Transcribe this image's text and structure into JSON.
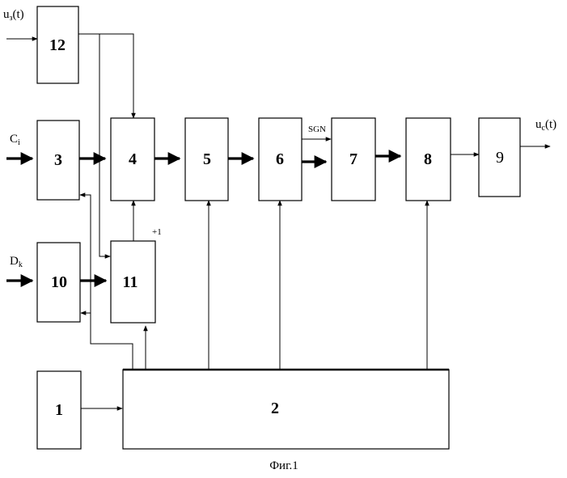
{
  "blocks": {
    "b1": "1",
    "b2": "2",
    "b3": "3",
    "b4": "4",
    "b5": "5",
    "b6": "6",
    "b7": "7",
    "b8": "8",
    "b9": "9",
    "b10": "10",
    "b11": "11",
    "b12": "12"
  },
  "labels": {
    "input_u3_main": "u",
    "input_u3_sub": "з",
    "input_u3_tail": "(t)",
    "input_c_main": "C",
    "input_c_sub": "i",
    "input_d_main": "D",
    "input_d_sub": "k",
    "output_u_main": "u",
    "output_u_sub": "c",
    "output_u_tail": "(t)",
    "sgn": "SGN",
    "plus_one": "+1"
  },
  "caption": "Фиг.1"
}
